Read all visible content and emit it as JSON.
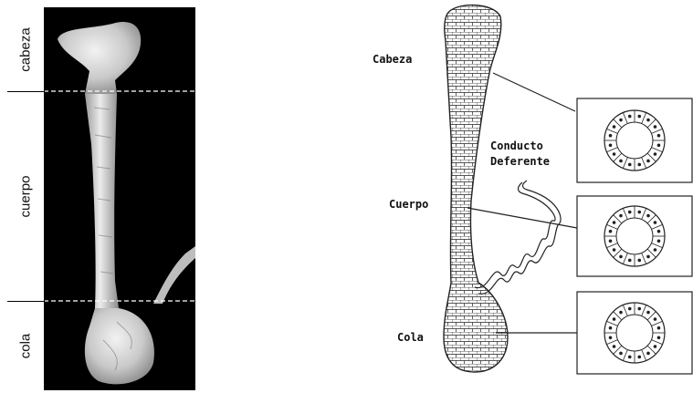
{
  "photo": {
    "labels": {
      "head": "cabeza",
      "body": "cuerpo",
      "tail": "cola"
    }
  },
  "diagram": {
    "labels": {
      "head": "Cabeza",
      "body": "Cuerpo",
      "tail": "Cola",
      "duct_line1": "Conducto",
      "duct_line2": "Deferente"
    }
  },
  "colors": {
    "photo_background": "#000000",
    "tissue": "#d9d9d9",
    "ink": "#111111"
  },
  "icons": [
    "epididymis-photo",
    "epididymis-drawing",
    "duct-squiggle",
    "tubule-cross-section"
  ]
}
